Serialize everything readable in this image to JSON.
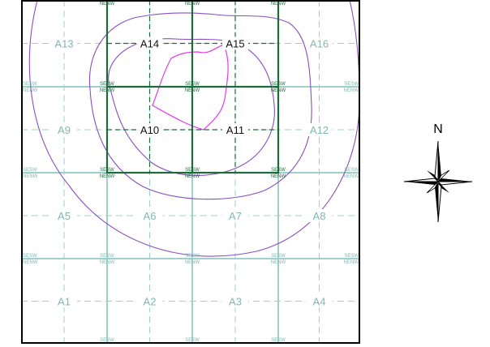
{
  "grid": {
    "cells": [
      {
        "id": "A1",
        "label": "A1",
        "emphasis": false
      },
      {
        "id": "A2",
        "label": "A2",
        "emphasis": false
      },
      {
        "id": "A3",
        "label": "A3",
        "emphasis": false
      },
      {
        "id": "A4",
        "label": "A4",
        "emphasis": false
      },
      {
        "id": "A5",
        "label": "A5",
        "emphasis": false
      },
      {
        "id": "A6",
        "label": "A6",
        "emphasis": false
      },
      {
        "id": "A7",
        "label": "A7",
        "emphasis": false
      },
      {
        "id": "A8",
        "label": "A8",
        "emphasis": false
      },
      {
        "id": "A9",
        "label": "A9",
        "emphasis": false
      },
      {
        "id": "A10",
        "label": "A10",
        "emphasis": true
      },
      {
        "id": "A11",
        "label": "A11",
        "emphasis": true
      },
      {
        "id": "A12",
        "label": "A12",
        "emphasis": false
      },
      {
        "id": "A13",
        "label": "A13",
        "emphasis": false
      },
      {
        "id": "A14",
        "label": "A14",
        "emphasis": true
      },
      {
        "id": "A15",
        "label": "A15",
        "emphasis": true
      },
      {
        "id": "A16",
        "label": "A16",
        "emphasis": false
      }
    ],
    "corner_codes": {
      "top": "SE|SW",
      "bottom": "NE|NW"
    },
    "colors": {
      "grid_line": "#9fd0cc",
      "subgrid_dash": "#9fd0cc",
      "highlight_block": "#1e6a3a",
      "highlight_dash": "#1e6a3a",
      "contour_outer": "#8a4fc0",
      "contour_inner": "#e23ce6",
      "frame": "#000000"
    }
  },
  "compass": {
    "north_label": "N",
    "icon": "north-arrow-compass-rose"
  }
}
